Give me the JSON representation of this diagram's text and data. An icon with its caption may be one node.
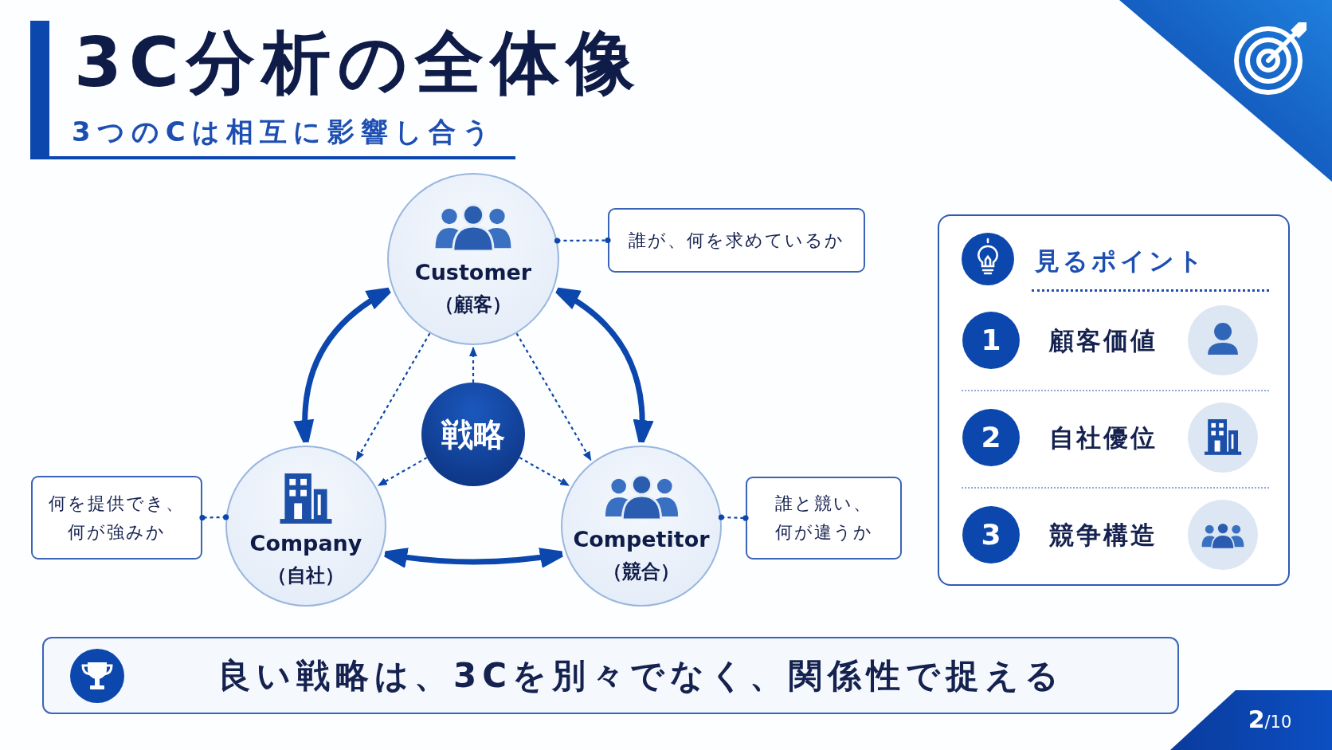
{
  "diagram": {
    "title": "3C分析の全体像",
    "nodes": [
      {
        "text": [
          "Customer",
          "（顧客）"
        ]
      },
      {
        "text": [
          "誰が、何を求めているか"
        ]
      },
      {
        "text": [
          "戦略"
        ]
      },
      {
        "text": [
          "何を提供でき、何が強みか"
        ]
      },
      {
        "text": [
          "Company",
          "（自社）"
        ]
      },
      {
        "text": [
          "Competitor",
          "（競合）"
        ]
      },
      {
        "text": [
          "誰と競い、何が違うか"
        ]
      },
      {
        "text": [
          "見るポイント"
        ]
      },
      {
        "text": [
          "1"
        ],
        "in": 7,
        "beside": [
          "顧客価値"
        ]
      },
      {
        "text": [
          "2"
        ],
        "in": 7,
        "beside": [
          "自社優位"
        ]
      },
      {
        "text": [
          "3"
        ],
        "in": 7,
        "beside": [
          "競争構造"
        ]
      },
      {
        "text": [
          "良い戦略は、3Cを別々でなく、関係性で捉える"
        ]
      }
    ],
    "edges": [
      {
        "from": 0,
        "to": 4,
        "arrow": "both",
        "style": "thick"
      },
      {
        "from": 0,
        "to": 5,
        "arrow": "both",
        "style": "thick"
      },
      {
        "from": 4,
        "to": 5,
        "arrow": "both",
        "style": "thick"
      },
      {
        "from": 2,
        "to": 0,
        "arrow": "to",
        "style": "dashed"
      },
      {
        "from": 2,
        "to": 4,
        "arrow": "to",
        "style": "dashed"
      },
      {
        "from": 2,
        "to": 5,
        "arrow": "to",
        "style": "dashed"
      },
      {
        "from": 0,
        "to": 4,
        "arrow": "to",
        "style": "dashed"
      },
      {
        "from": 0,
        "to": 5,
        "arrow": "to",
        "style": "dashed"
      },
      {
        "from": 0,
        "to": 1,
        "arrow": "other",
        "style": "dashed"
      },
      {
        "from": 4,
        "to": 3,
        "arrow": "other",
        "style": "dashed"
      },
      {
        "from": 5,
        "to": 6,
        "arrow": "other",
        "style": "dashed"
      }
    ],
    "labels": [
      "3つのCは相互に影響し合う",
      "**2**/10"
    ]
  }
}
